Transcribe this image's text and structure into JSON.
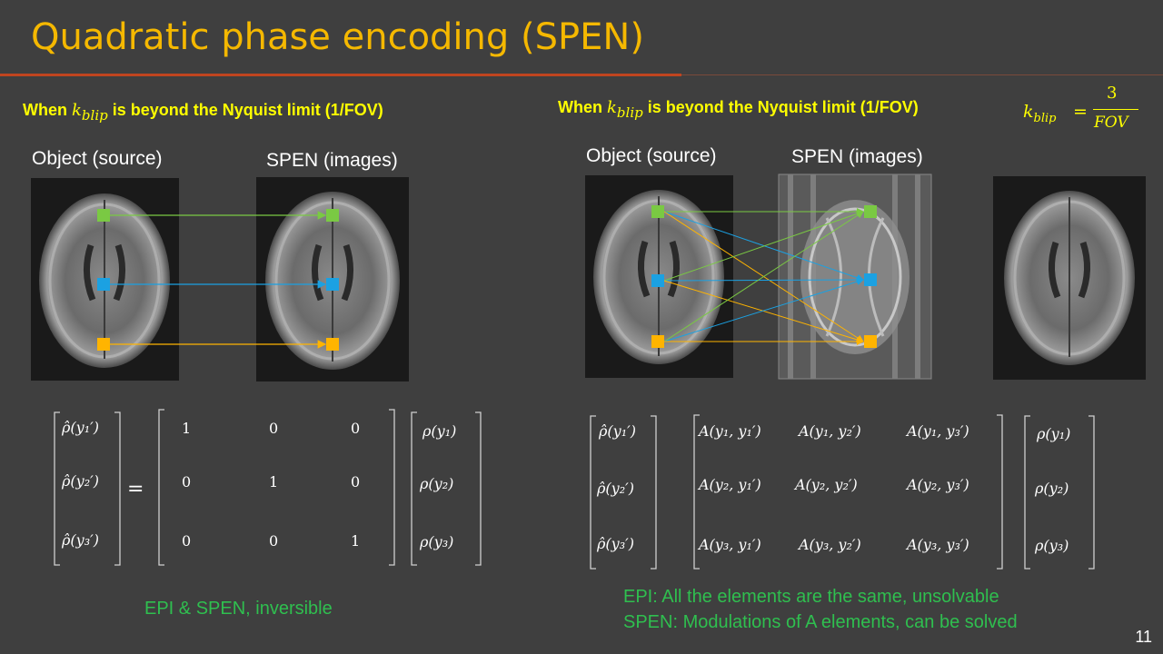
{
  "title": "Quadratic phase encoding (SPEN)",
  "left": {
    "condition_prefix": "When ",
    "condition_var": "k",
    "condition_sub": "blip",
    "condition_suffix": " is beyond the Nyquist limit (1/FOV)",
    "object_label": "Object (source)",
    "spen_label": "SPEN (images)",
    "lhs": [
      "ρ̂(y₁′)",
      "ρ̂(y₂′)",
      "ρ̂(y₃′)"
    ],
    "equals": "=",
    "matrix": [
      [
        "1",
        "0",
        "0"
      ],
      [
        "0",
        "1",
        "0"
      ],
      [
        "0",
        "0",
        "1"
      ]
    ],
    "rhs": [
      "ρ(y₁)",
      "ρ(y₂)",
      "ρ(y₃)"
    ],
    "note": "EPI & SPEN, inversible"
  },
  "right": {
    "condition_prefix": "When ",
    "condition_var": "k",
    "condition_sub": "blip",
    "condition_suffix": " is beyond the Nyquist limit (1/FOV)",
    "formula_lhs": "k",
    "formula_sub": "blip",
    "formula_eq": "=",
    "formula_num": "3",
    "formula_den": "FOV",
    "object_label": "Object (source)",
    "spen_label": "SPEN (images)",
    "lhs": [
      "ρ̂(y₁′)",
      "ρ̂(y₂′)",
      "ρ̂(y₃′)"
    ],
    "matrix": [
      [
        "A(y₁, y₁′)",
        "A(y₁, y₂′)",
        "A(y₁, y₃′)"
      ],
      [
        "A(y₂, y₁′)",
        "A(y₂, y₂′)",
        "A(y₂, y₃′)"
      ],
      [
        "A(y₃, y₁′)",
        "A(y₃, y₂′)",
        "A(y₃, y₃′)"
      ]
    ],
    "rhs": [
      "ρ(y₁)",
      "ρ(y₂)",
      "ρ(y₃)"
    ],
    "note_line1": "EPI: All the elements are the same, unsolvable",
    "note_line2": "SPEN: Modulations of A elements, can be solved"
  },
  "page_number": "11",
  "colors": {
    "green": "#7ac943",
    "blue": "#1ba1e2",
    "orange": "#ffb400",
    "title": "#f5b800",
    "rule": "#c0451f",
    "note": "#2fbf4f",
    "condition": "#ffff00"
  }
}
